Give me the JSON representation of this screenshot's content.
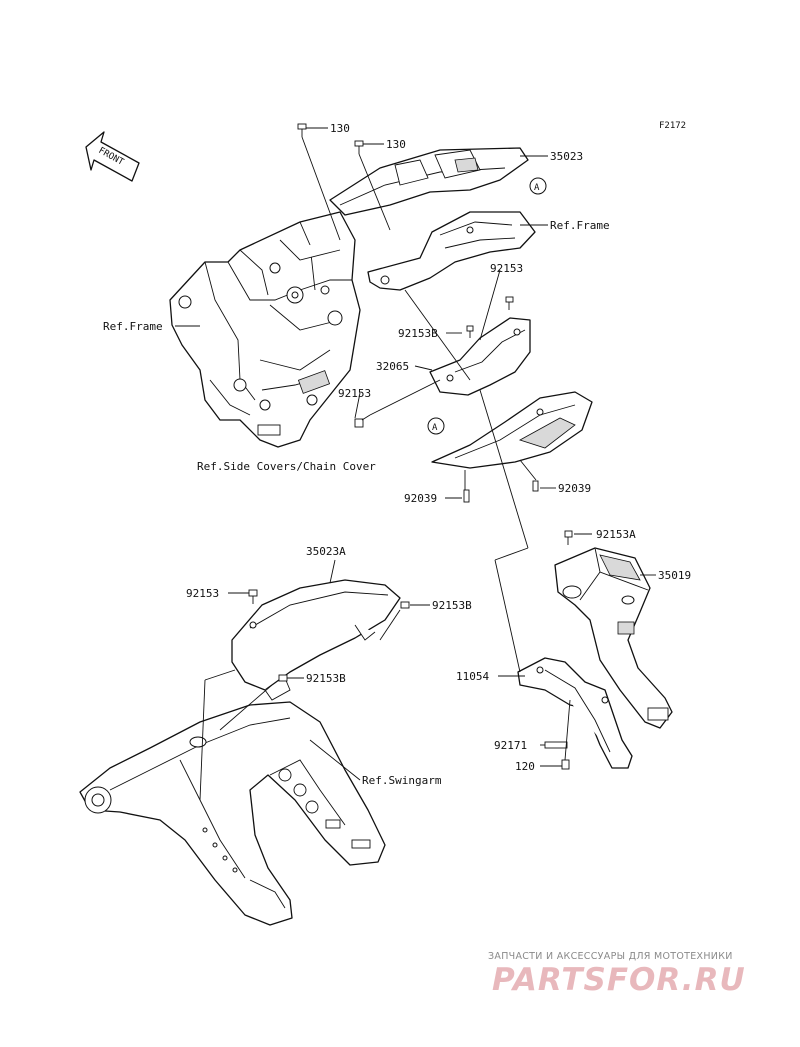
{
  "figure_code": "F2172",
  "front_arrow_label": "FRONT",
  "callout_letter": "A",
  "labels": {
    "bolt_130_upper": "130",
    "bolt_130_lower": "130",
    "p35023": "35023",
    "ref_frame_right": "Ref.Frame",
    "ref_frame_left": "Ref.Frame",
    "p92153_upper": "92153",
    "p92153B_mid": "92153B",
    "p32065": "32065",
    "p92153_left": "92153",
    "ref_side_covers": "Ref.Side Covers/Chain Cover",
    "p92039_left": "92039",
    "p92039_right": "92039",
    "p92153A": "92153A",
    "p35019": "35019",
    "p35023A": "35023A",
    "p92153_fender": "92153",
    "p92153B_fender_right": "92153B",
    "p92153B_fender_lower": "92153B",
    "ref_swingarm": "Ref.Swingarm",
    "p11054": "11054",
    "p92171": "92171",
    "p120": "120"
  },
  "watermark": {
    "tagline": "ЗАПЧАСТИ И АКСЕССУАРЫ ДЛЯ МОТОТЕХНИКИ",
    "brand": "PARTSFOR.RU"
  }
}
